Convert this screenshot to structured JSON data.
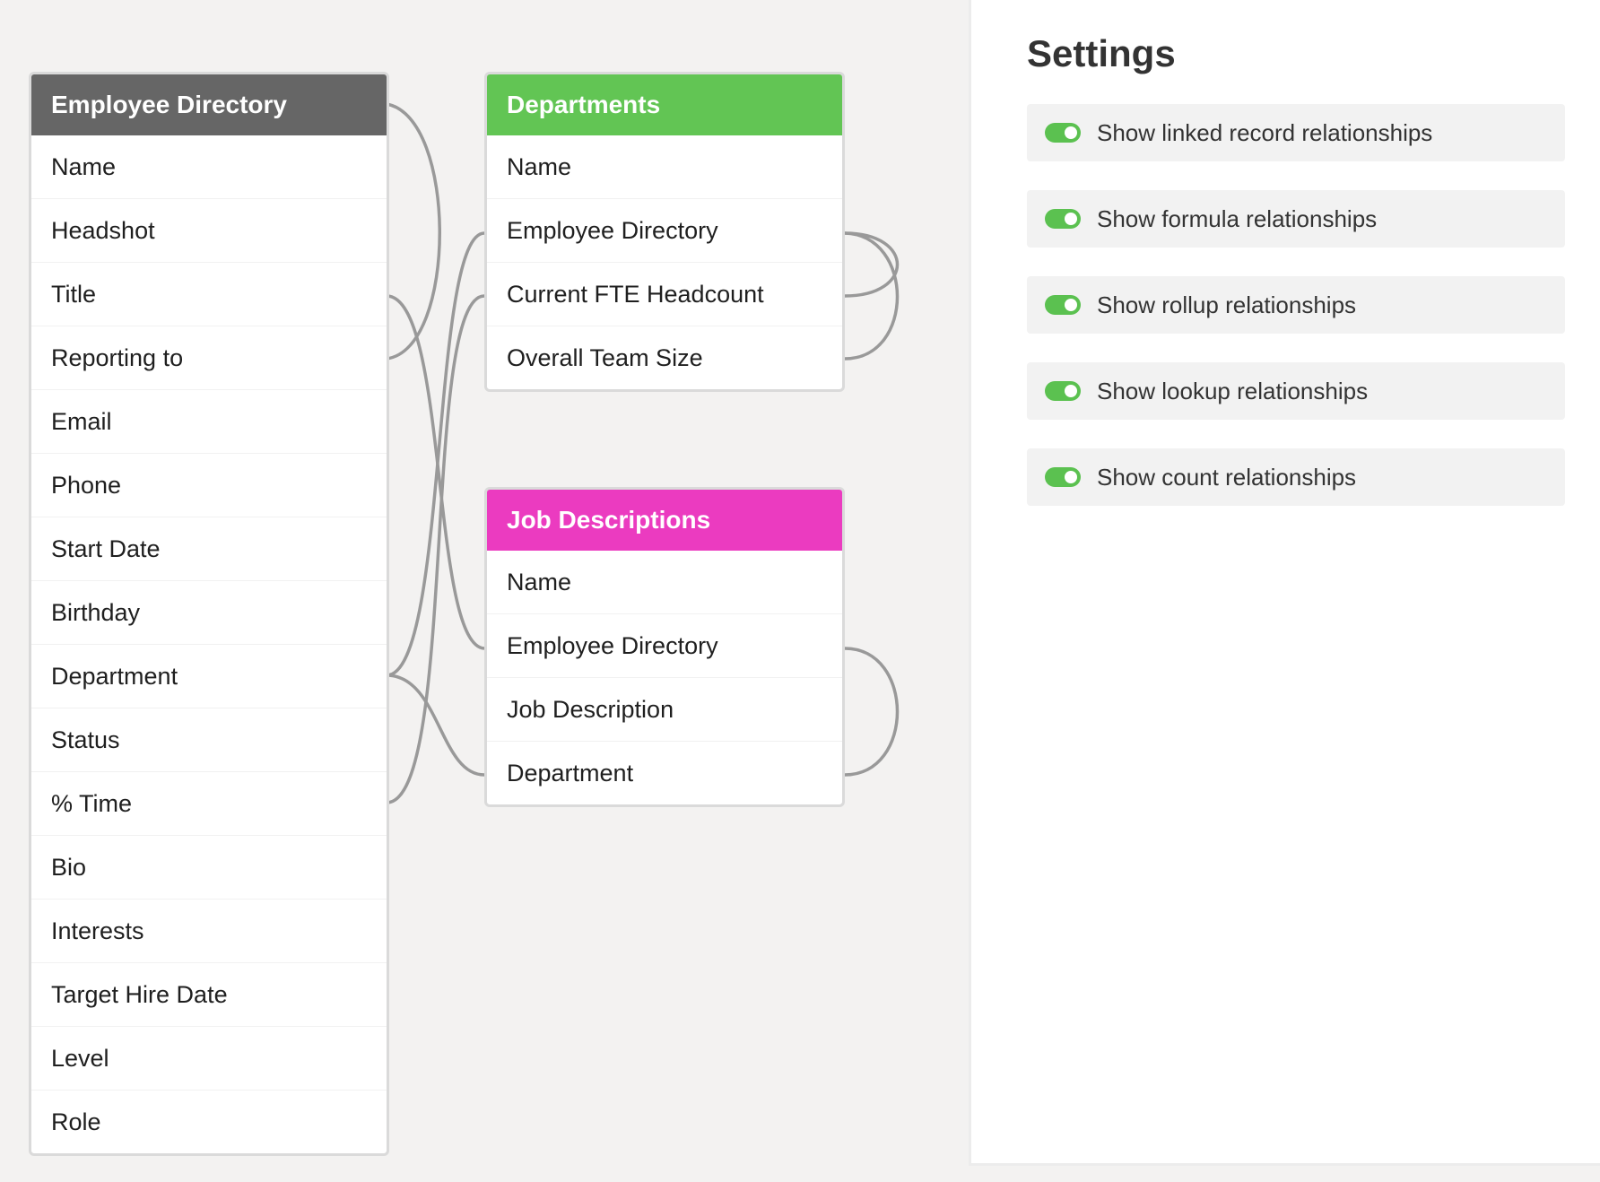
{
  "tables": [
    {
      "id": "employee",
      "title": "Employee Directory",
      "color": "#666666",
      "fields": [
        "Name",
        "Headshot",
        "Title",
        "Reporting to",
        "Email",
        "Phone",
        "Start Date",
        "Birthday",
        "Department",
        "Status",
        "% Time",
        "Bio",
        "Interests",
        "Target Hire Date",
        "Level",
        "Role"
      ]
    },
    {
      "id": "departments",
      "title": "Departments",
      "color": "#62c554",
      "fields": [
        "Name",
        "Employee Directory",
        "Current FTE Headcount",
        "Overall Team Size"
      ]
    },
    {
      "id": "jobs",
      "title": "Job Descriptions",
      "color": "#eb3bc0",
      "fields": [
        "Name",
        "Employee Directory",
        "Job Description",
        "Department"
      ]
    }
  ],
  "settings": {
    "title": "Settings",
    "toggles": [
      {
        "label": "Show linked record relationships",
        "on": true
      },
      {
        "label": "Show formula relationships",
        "on": true
      },
      {
        "label": "Show rollup relationships",
        "on": true
      },
      {
        "label": "Show lookup relationships",
        "on": true
      },
      {
        "label": "Show count relationships",
        "on": true
      }
    ],
    "toggle_color": "#5bc150"
  }
}
